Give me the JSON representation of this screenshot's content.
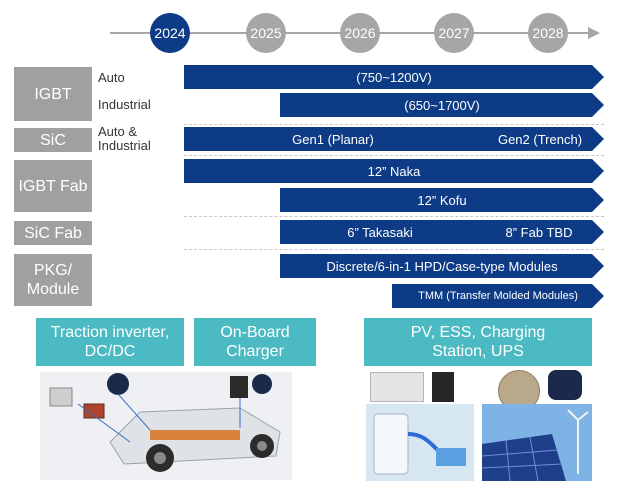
{
  "timeline": {
    "years": [
      "2024",
      "2025",
      "2026",
      "2027",
      "2028"
    ],
    "current_year": "2024",
    "colors": {
      "current": "#0d3b86",
      "other": "#a6a6a6",
      "line": "#a6a6a6"
    }
  },
  "rows": {
    "igbt": {
      "label": "IGBT",
      "auto_label": "Auto",
      "industrial_label": "Industrial",
      "auto_bar": "(750~1200V)",
      "industrial_bar": "(650~1700V)"
    },
    "sic": {
      "label": "SiC",
      "sub_label": "Auto & Industrial",
      "gen1_bar": "Gen1 (Planar)",
      "gen2_bar": "Gen2 (Trench)"
    },
    "igbt_fab": {
      "label": "IGBT Fab",
      "naka_bar": "12” Naka",
      "kofu_bar": "12” Kofu"
    },
    "sic_fab": {
      "label": "SiC Fab",
      "takasaki_bar": "6” Takasaki",
      "tbd_bar": "8” Fab TBD"
    },
    "pkg": {
      "label": "PKG/ Module",
      "discrete_bar": "Discrete/6-in-1 HPD/Case-type Modules",
      "tmm_bar": "TMM (Transfer Molded Modules)"
    }
  },
  "applications": {
    "traction": "Traction inverter, DC/DC",
    "obc": "On-Board Charger",
    "pv": "PV, ESS, Charging Station, UPS"
  },
  "colors": {
    "bar": "#0d3b86",
    "category": "#a0a0a0",
    "application": "#4bbac2"
  }
}
